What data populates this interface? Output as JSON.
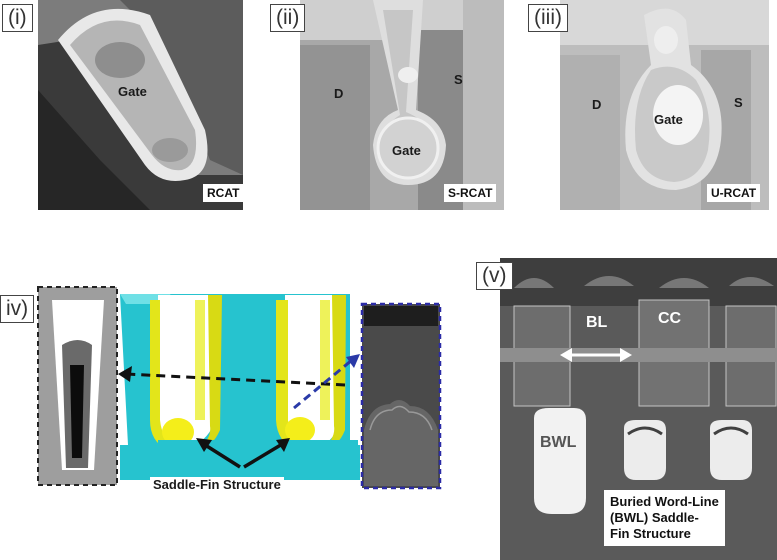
{
  "panels": {
    "p1": {
      "tag": "(i)",
      "gate_label": "Gate",
      "name": "RCAT"
    },
    "p2": {
      "tag": "(ii)",
      "gate_label": "Gate",
      "drain": "D",
      "source": "S",
      "name": "S-RCAT"
    },
    "p3": {
      "tag": "(iii)",
      "gate_label": "Gate",
      "drain": "D",
      "source": "S",
      "name": "U-RCAT"
    },
    "p4": {
      "tag": "iv)",
      "label": "Saddle-Fin Structure"
    },
    "p5": {
      "tag": "(v)",
      "bl": "BL",
      "cc": "CC",
      "bwl": "BWL",
      "caption_lines": [
        "Buried Word-Line",
        "(BWL) Saddle-",
        "Fin Structure"
      ]
    }
  },
  "colors": {
    "fin_cyan": "#26c3cf",
    "fin_yellow": "#e8e41a",
    "inset_left_border": "#222222",
    "inset_right_border": "#2b2ba6",
    "dashed_black": "#111111",
    "dashed_blue": "#2a3aa8"
  }
}
